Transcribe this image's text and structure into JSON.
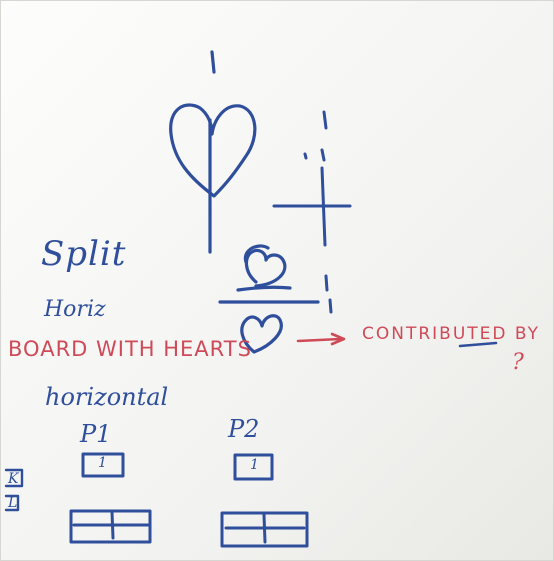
{
  "whiteboard": {
    "text": {
      "split": "Split",
      "horiz": "Horiz",
      "board_with_hearts": "BOARD WITH HEARTS",
      "contributed_by": "CONTRIBUTED BY",
      "question_mark": "?",
      "horizontal": "horizontal",
      "p1": "P1",
      "p2": "P2",
      "k_label": "K",
      "l_label": "L",
      "box_p1": "1",
      "box_p2": "1"
    },
    "colors": {
      "board": "#f4f4f2",
      "blue_marker": "#2f4f9c",
      "red_marker": "#cf4a58"
    },
    "icons": [
      "heart-split-vertical",
      "vertical-dashed-line",
      "plus-cross",
      "heart-split-horizontal",
      "board-heart",
      "arrow-right",
      "split-box"
    ]
  }
}
